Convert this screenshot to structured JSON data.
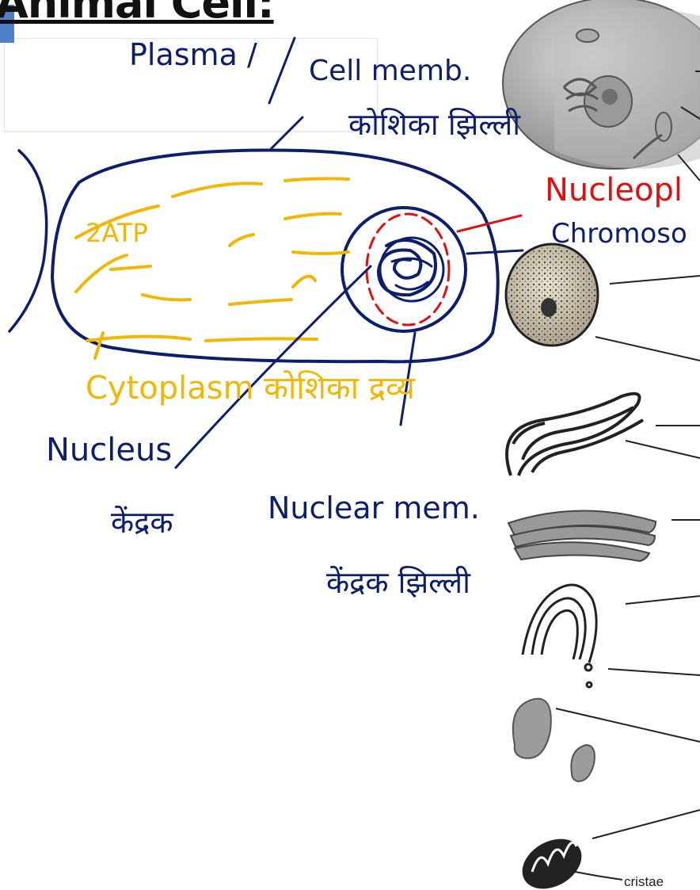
{
  "title": "Animal Cell:",
  "annotations": {
    "plasma": "Plasma /",
    "cell_memb": "Cell memb.",
    "koshika_jhilli": "कोशिका झिल्ली",
    "nucleoplasm": "Nucleopl",
    "chromosome": "Chromoso",
    "atp": "2ATP",
    "cytoplasm": "Cytoplasm कोशिका द्रव्य",
    "nucleus": "Nucleus",
    "kendrak": "केंद्रक",
    "nuclear_mem": "Nuclear mem.",
    "kendrak_jhilli": "केंद्रक झिल्ली"
  },
  "figure": {
    "cristae_label": "cristae"
  },
  "colors": {
    "navy_ink": "#0d1f6b",
    "yellow_ink": "#f2b705",
    "red_ink": "#e01010",
    "title_tab": "#4f7fc6"
  }
}
